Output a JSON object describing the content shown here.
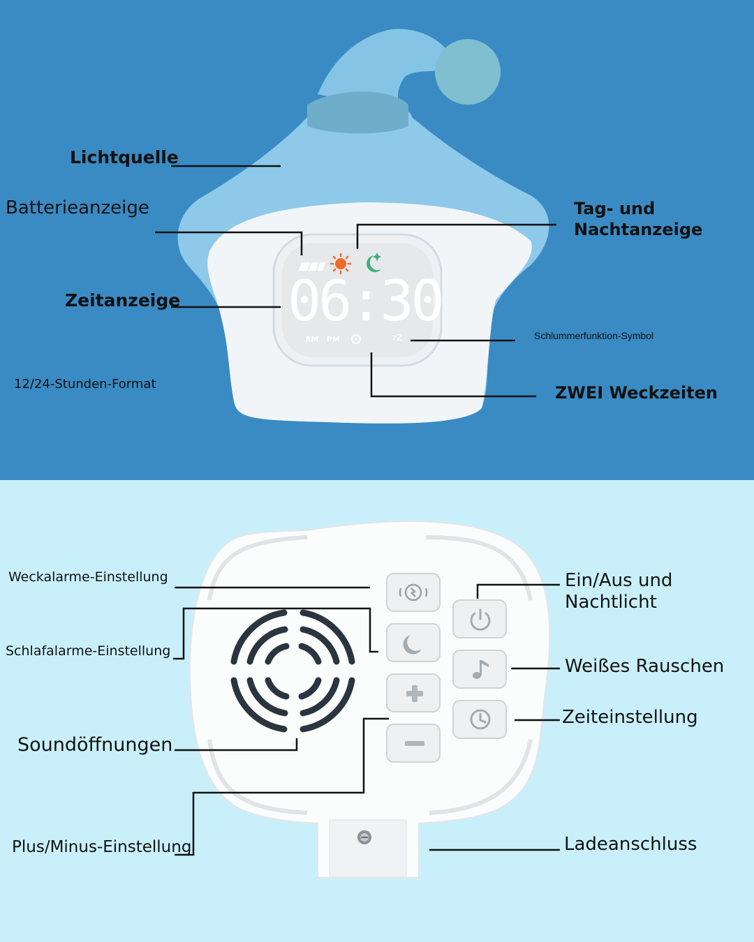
{
  "labels": {
    "lichtquelle": "Lichtquelle",
    "batterieanzeige": "Batterieanzeige",
    "tag_nacht_1": "Tag- und",
    "tag_nacht_2": "Nachtanzeige",
    "zeitanzeige": "Zeitanzeige",
    "schlummer": "Schlummerfunktion-Symbol",
    "format": "12/24-Stunden-Format",
    "weckzeiten": "ZWEI Weckzeiten",
    "weckalarme": "Weckalarme-Einstellung",
    "schlafalarme": "Schlafalarme-Einstellung",
    "ein_aus_1": "Ein/Aus und",
    "ein_aus_2": "Nachtlicht",
    "rauschen": "Weißes Rauschen",
    "zeiteinstellung": "Zeiteinstellung",
    "sound": "Soundöffnungen",
    "plusminus": "Plus/Minus-Einstellung",
    "lade": "Ladeanschluss"
  },
  "display": {
    "time": "06:30",
    "am": "AM",
    "pm": "PM",
    "snooze": "zZ"
  },
  "colors": {
    "top_bg": "#3a8bc4",
    "bottom_bg": "#c9f0fa",
    "hat": "#8ec9ea",
    "sun": "#f06a2a",
    "moon": "#3fb07a"
  },
  "icons": [
    "sun-icon",
    "moon-icon",
    "battery-icon",
    "alarm-icon",
    "sleep-moon-icon",
    "plus-icon",
    "minus-icon",
    "power-icon",
    "music-note-icon",
    "clock-icon",
    "speaker-grille-icon",
    "screw-icon"
  ]
}
